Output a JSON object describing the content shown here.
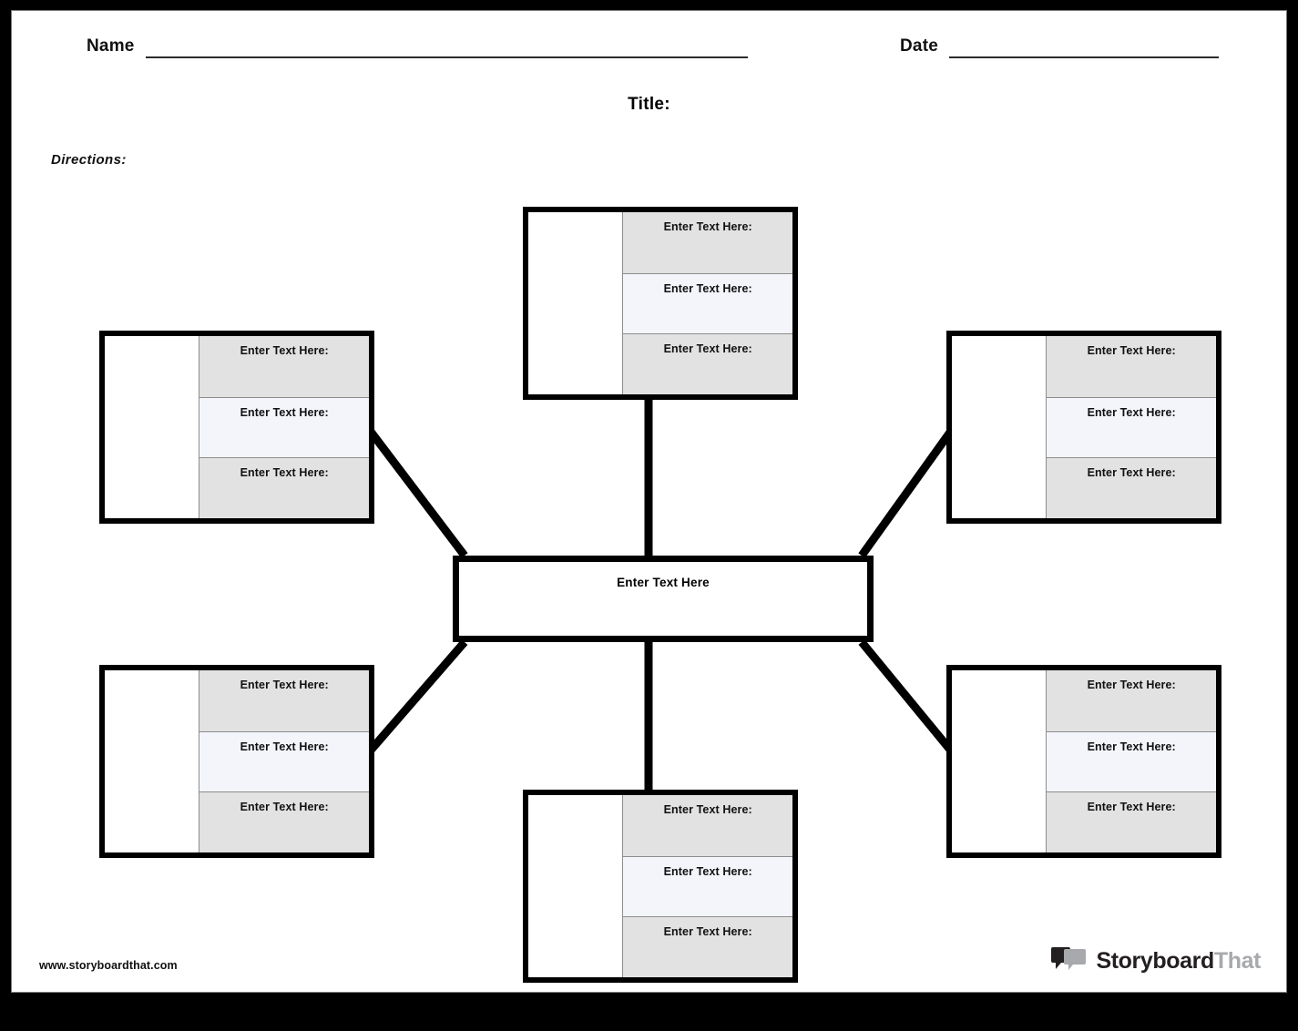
{
  "header": {
    "name_label": "Name",
    "date_label": "Date",
    "name_value": "",
    "date_value": ""
  },
  "title": {
    "label": "Title:",
    "value": ""
  },
  "directions": {
    "label": "Directions:",
    "value": ""
  },
  "diagram": {
    "type": "spider-map",
    "center": {
      "label": "Enter Text Here"
    },
    "cell_placeholder": "Enter Text Here:",
    "nodes": [
      {
        "id": "node-top",
        "position": "top-center",
        "cells": [
          "Enter Text Here:",
          "Enter Text Here:",
          "Enter Text Here:"
        ]
      },
      {
        "id": "node-left-top",
        "position": "left-upper",
        "cells": [
          "Enter Text Here:",
          "Enter Text Here:",
          "Enter Text Here:"
        ]
      },
      {
        "id": "node-right-top",
        "position": "right-upper",
        "cells": [
          "Enter Text Here:",
          "Enter Text Here:",
          "Enter Text Here:"
        ]
      },
      {
        "id": "node-left-bottom",
        "position": "left-lower",
        "cells": [
          "Enter Text Here:",
          "Enter Text Here:",
          "Enter Text Here:"
        ]
      },
      {
        "id": "node-right-bottom",
        "position": "right-lower",
        "cells": [
          "Enter Text Here:",
          "Enter Text Here:",
          "Enter Text Here:"
        ]
      },
      {
        "id": "node-bottom",
        "position": "bottom-center",
        "cells": [
          "Enter Text Here:",
          "Enter Text Here:",
          "Enter Text Here:"
        ]
      }
    ]
  },
  "footer": {
    "site_url": "www.storyboardthat.com",
    "logo_text_primary": "Storyboard",
    "logo_text_secondary": "That"
  },
  "colors": {
    "frame": "#000000",
    "paper": "#ffffff",
    "cell_shade": "#e2e2e2",
    "cell_light": "#f3f5fb",
    "rule": "#2b2b2b",
    "logo_primary": "#231f20",
    "logo_secondary": "#a7a9ac"
  }
}
